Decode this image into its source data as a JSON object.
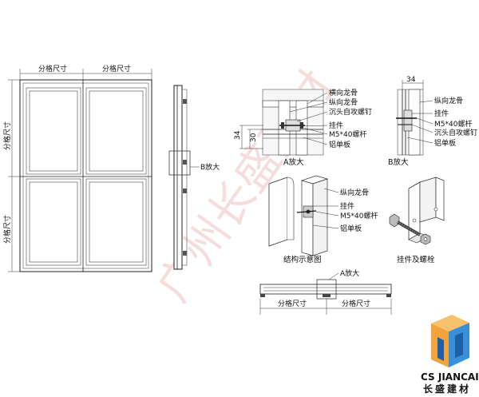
{
  "front_view": {
    "dim_top_left": "分格尺寸",
    "dim_top_right": "分格尺寸",
    "dim_left_upper": "分格尺寸",
    "dim_left_lower": "分格尺寸"
  },
  "side_view": {
    "callout": "B放大"
  },
  "detail_a": {
    "title": "A放大",
    "dim_34": "34",
    "dim_30": "30",
    "labels": [
      "横向龙骨",
      "纵向龙骨",
      "沉头自攻螺钉",
      "挂件",
      "M5*40螺杆",
      "铝单板"
    ]
  },
  "detail_b": {
    "title": "B放大",
    "dim_34": "34",
    "labels": [
      "纵向龙骨",
      "挂件",
      "M5*40螺杆",
      "沉头自攻螺钉",
      "铝单板"
    ]
  },
  "structure": {
    "title": "结构示意图",
    "labels": [
      "纵向龙骨",
      "挂件",
      "M5*40螺杆",
      "铝单板"
    ]
  },
  "hanger": {
    "title": "挂件及螺栓"
  },
  "plan_view": {
    "callout": "A放大",
    "dim_left": "分格尺寸",
    "dim_right": "分格尺寸"
  },
  "watermark": {
    "text": "广州长盛建材"
  },
  "logo": {
    "en": "CS JIANCAI",
    "cn": "长盛建材",
    "colors": [
      "#f2a33a",
      "#3a8fd9",
      "#1f5fa8",
      "#f7c26b"
    ]
  }
}
